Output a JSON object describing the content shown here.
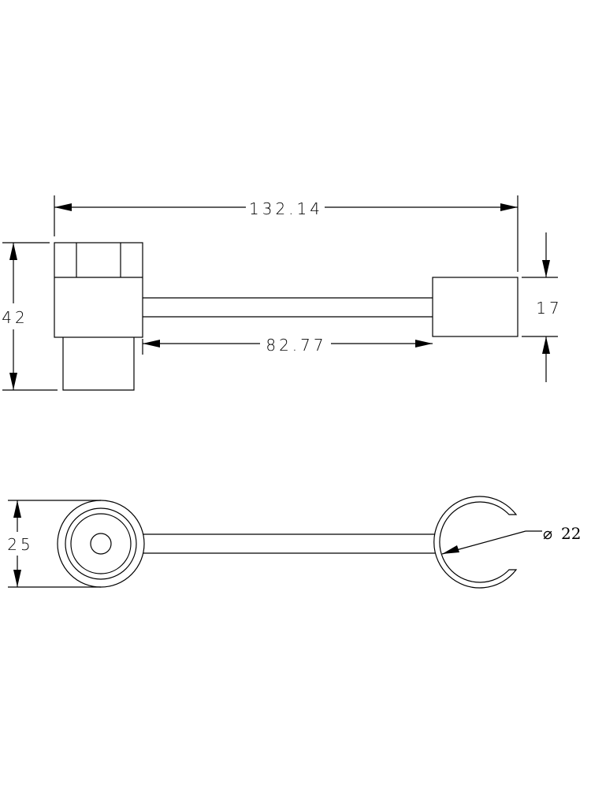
{
  "drawing": {
    "dimensions": {
      "overall_length": "132.14",
      "rod_length": "82.77",
      "left_height": "42",
      "right_height": "17",
      "bottom_width": "25",
      "ring_diameter": "22",
      "diameter_symbol": "⌀"
    }
  }
}
